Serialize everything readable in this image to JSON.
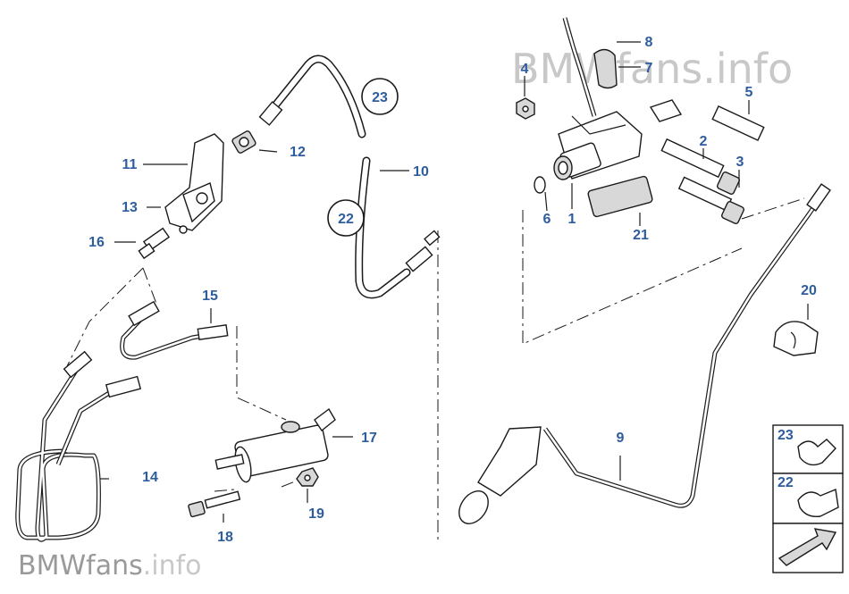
{
  "watermark": {
    "top_right": "BMWfans.info",
    "bottom_left_brand": "BMWfans",
    "bottom_left_suffix": ".info"
  },
  "callouts": [
    {
      "id": "1",
      "text": "1"
    },
    {
      "id": "2",
      "text": "2"
    },
    {
      "id": "3",
      "text": "3"
    },
    {
      "id": "4",
      "text": "4"
    },
    {
      "id": "5",
      "text": "5"
    },
    {
      "id": "6",
      "text": "6"
    },
    {
      "id": "7",
      "text": "7"
    },
    {
      "id": "8",
      "text": "8"
    },
    {
      "id": "9",
      "text": "9"
    },
    {
      "id": "10",
      "text": "10"
    },
    {
      "id": "11",
      "text": "11"
    },
    {
      "id": "12",
      "text": "12"
    },
    {
      "id": "13",
      "text": "13"
    },
    {
      "id": "14",
      "text": "14"
    },
    {
      "id": "15",
      "text": "15"
    },
    {
      "id": "16",
      "text": "16"
    },
    {
      "id": "17",
      "text": "17"
    },
    {
      "id": "18",
      "text": "18"
    },
    {
      "id": "19",
      "text": "19"
    },
    {
      "id": "20",
      "text": "20"
    },
    {
      "id": "21",
      "text": "21"
    },
    {
      "id": "22",
      "text": "22"
    },
    {
      "id": "23",
      "text": "23"
    }
  ],
  "circled_refs": {
    "ref_23": "23",
    "ref_22": "22"
  },
  "legend": {
    "item_23": "23",
    "item_22": "22"
  }
}
